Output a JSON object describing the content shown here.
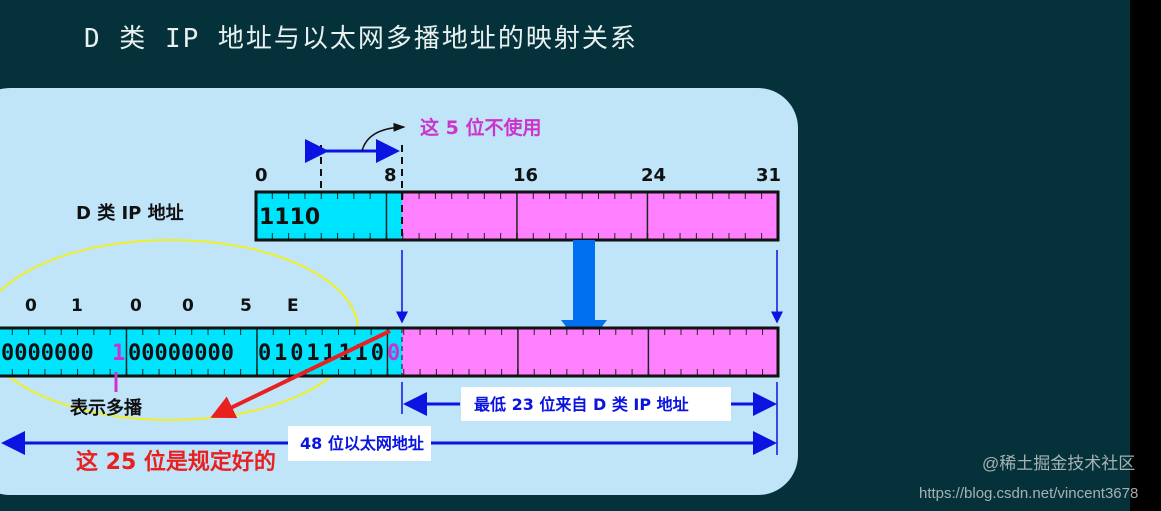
{
  "title": "D 类 IP 地址与以太网多播地址的映射关系",
  "unused_note": "这 5 位不使用",
  "ip_label": "D 类 IP 地址",
  "ip_ticks": [
    "0",
    "8",
    "16",
    "24",
    "31"
  ],
  "ip_prefix": "1110",
  "hex_digits": [
    "0",
    "1",
    "0",
    "0",
    "5",
    "E"
  ],
  "mac_bytes": [
    "0000000",
    "1",
    "00000000",
    "01011110",
    "0"
  ],
  "multicast_note": "表示多播",
  "low23_label": "最低 23 位来自 D 类 IP 地址",
  "mac48_label": "48 位以太网地址",
  "fixed25_note": "这 25 位是规定好的",
  "watermark_1": "@稀土掘金技术社区",
  "watermark_2": "https://blog.csdn.net/vincent3678",
  "colors": {
    "cyan": "#00e5ff",
    "pink": "#ff80ff",
    "panel": "#c0e4f8",
    "blue": "#0a14e0",
    "red": "#e82020",
    "magenta": "#cc33cc"
  }
}
